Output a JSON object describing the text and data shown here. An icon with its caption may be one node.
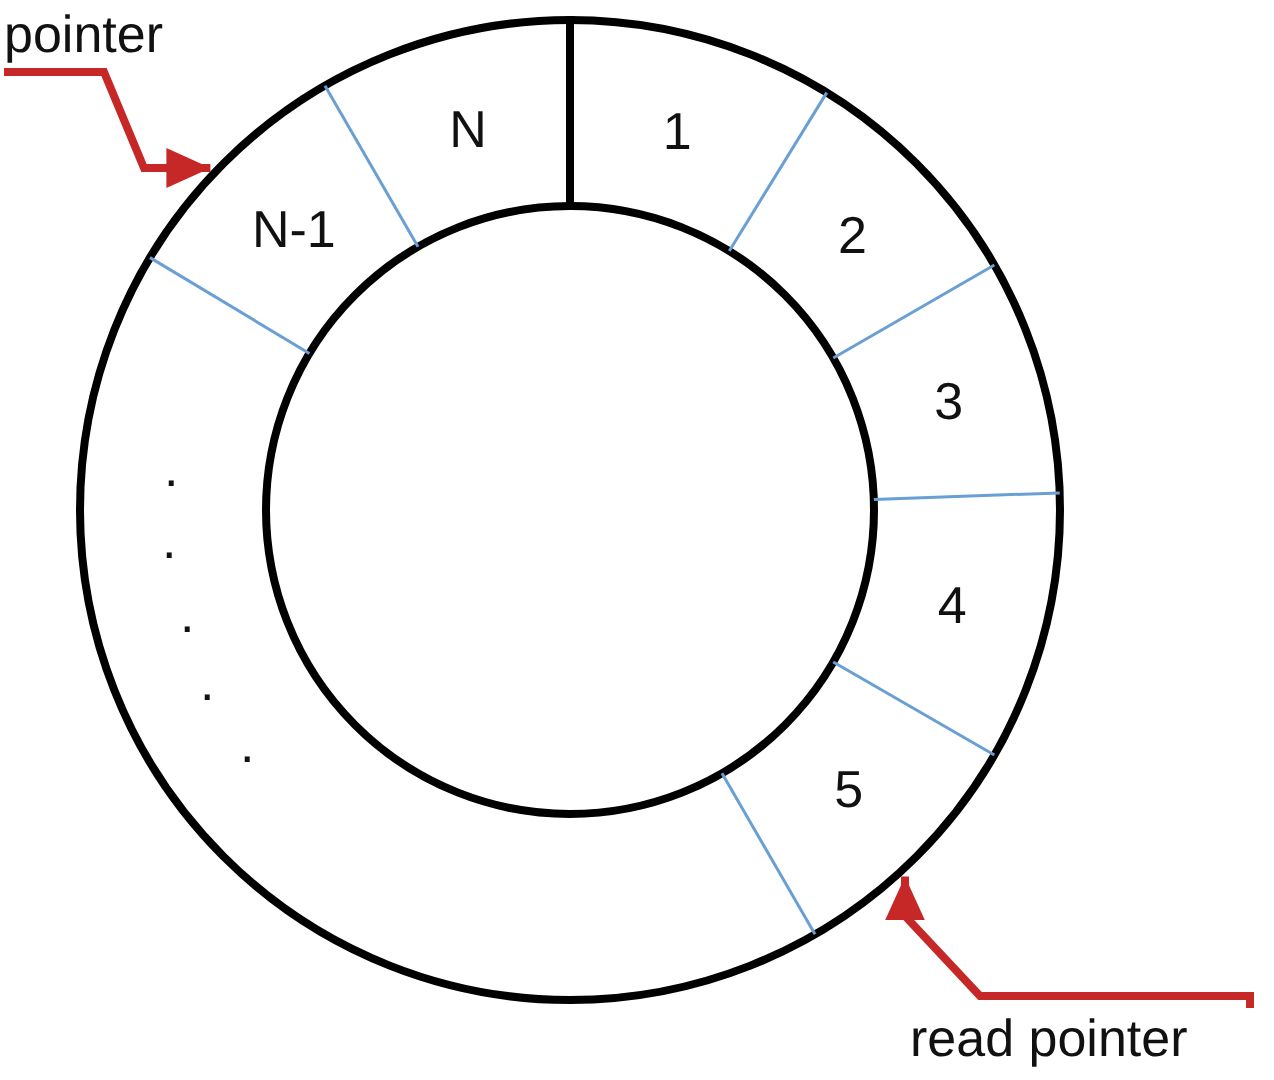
{
  "diagram": {
    "nodes": [
      {
        "text": [
          "pointer"
        ]
      },
      {
        "text": [
          "N"
        ]
      },
      {
        "text": [
          "1"
        ]
      },
      {
        "text": [
          "2"
        ]
      },
      {
        "text": [
          "3"
        ]
      },
      {
        "text": [
          "4"
        ]
      },
      {
        "text": [
          "5"
        ]
      },
      {
        "text": [
          "N-1"
        ]
      },
      {
        "text": [
          "read pointer"
        ]
      }
    ],
    "edges": [
      {
        "from": 0,
        "to": 7,
        "arrow": "to"
      },
      {
        "from": 8,
        "to": 6,
        "arrow": "to"
      }
    ],
    "labels": [
      ".",
      ".",
      ".",
      ".",
      "."
    ]
  }
}
